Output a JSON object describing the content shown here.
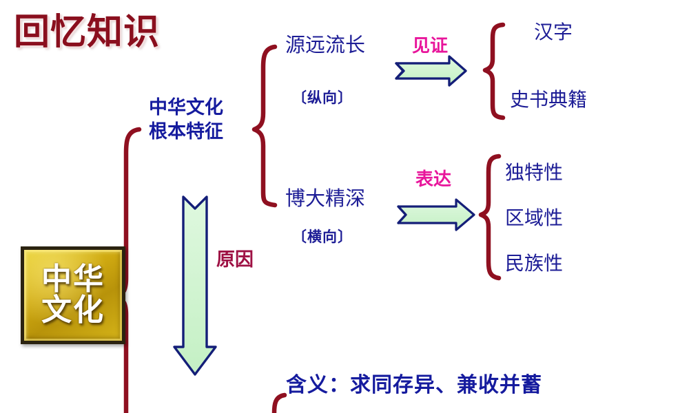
{
  "page": {
    "title": "回忆知识",
    "background": "#ffffff"
  },
  "colors": {
    "title": "#8a0f1e",
    "brace": "#8f1020",
    "node_blue": "#151b9e",
    "node_navy": "#1d1d96",
    "label_magenta": "#e8159b",
    "label_crimson": "#9e1144",
    "arrow_fill": "#cdf5cd",
    "arrow_stroke": "#141e78",
    "gold_box_fill": "#cfa911",
    "gold_box_border": "#2b2310",
    "gold_box_text": "#ffffff"
  },
  "root_box": {
    "line1": "中华",
    "line2": "文化"
  },
  "branch": {
    "label_line1": "中华文化",
    "label_line2": "根本特征"
  },
  "vertical": {
    "arrow_label": "原因"
  },
  "top_branch": {
    "node": "源远流长",
    "note": "〔纵向〕",
    "connector_label": "见证",
    "items": [
      "汉字",
      "史书典籍"
    ]
  },
  "bottom_branch": {
    "node": "博大精深",
    "note": "〔横向〕",
    "connector_label": "表达",
    "items": [
      "独特性",
      "区域性",
      "民族性"
    ]
  },
  "bottom_row": {
    "text": "含义：求同存异、兼收并蓄"
  }
}
